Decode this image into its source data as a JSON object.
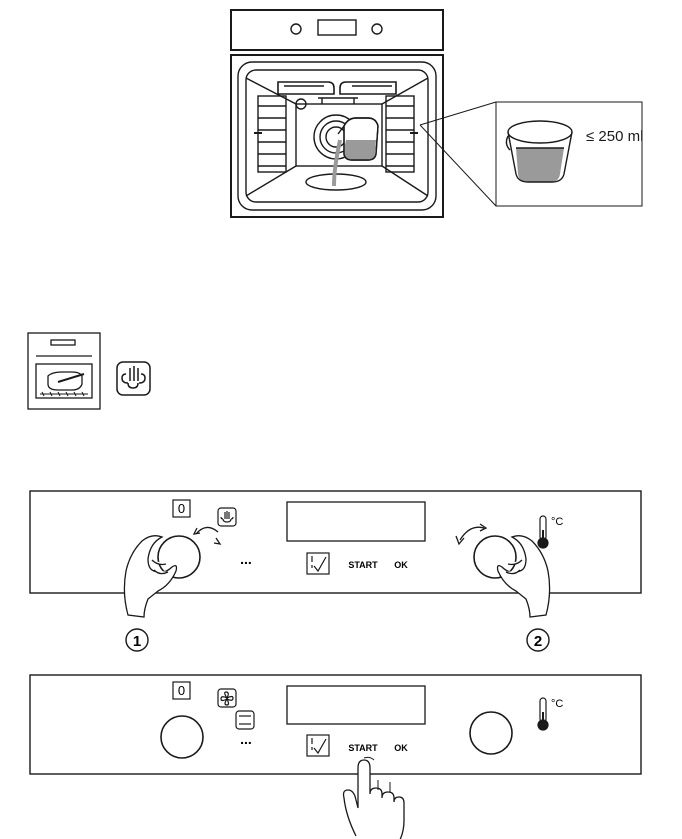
{
  "oven_illustration": {
    "callout": {
      "capacity_label": "≤ 250 ml"
    }
  },
  "steam_function": {
    "symbol_icon": "steam-function-icon",
    "oven_icon": "oven-with-dish-icon"
  },
  "panel_1": {
    "zero_label": "0",
    "ellipsis": "...",
    "start_label": "START",
    "ok_label": "OK",
    "temp_unit": "°C",
    "step_1": "1",
    "step_2": "2",
    "function_icon": "steam-function-icon",
    "check_icon": "check-time-icon"
  },
  "panel_2": {
    "zero_label": "0",
    "ellipsis": "...",
    "start_label": "START",
    "ok_label": "OK",
    "temp_unit": "°C",
    "function_icons": [
      "fan-icon",
      "oven-heat-icon"
    ],
    "check_icon": "check-time-icon"
  },
  "colors": {
    "line": "#1a1a1a",
    "water": "#9a9a9a",
    "background": "#ffffff"
  }
}
